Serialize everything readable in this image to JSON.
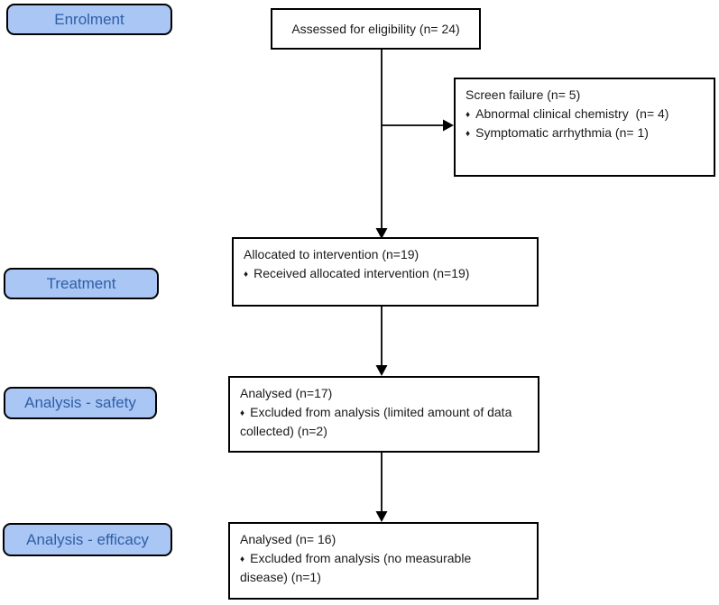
{
  "diagram": {
    "type": "consort-flow-chart",
    "bullet_icon": "♦",
    "colors": {
      "stage_fill": "#a9c6f4",
      "stage_text": "#2f5fa8",
      "box_fill": "#ffffff",
      "box_border": "#000000",
      "box_text": "#1a1a1a",
      "arrow": "#000000",
      "background": "#ffffff"
    },
    "stages": {
      "enrolment": "Enrolment",
      "treatment": "Treatment",
      "analysis_safety": "Analysis - safety",
      "analysis_efficacy": "Analysis - efficacy"
    },
    "nodes": {
      "assessed": {
        "title": "Assessed for eligibility (n= 24)",
        "bullets": []
      },
      "screen_failure": {
        "title": "Screen failure (n= 5)",
        "bullets": [
          "Abnormal clinical chemistry  (n= 4)",
          "Symptomatic arrhythmia (n= 1)"
        ]
      },
      "allocated": {
        "title": "Allocated to intervention (n=19)",
        "bullets": [
          "Received allocated intervention (n=19)"
        ]
      },
      "analysed_safety": {
        "title": "Analysed (n=17)",
        "bullets": [
          "Excluded from analysis (limited amount of data collected) (n=2)"
        ]
      },
      "analysed_efficacy": {
        "title": "Analysed (n= 16)",
        "bullets": [
          "Excluded from analysis (no measurable disease) (n=1)"
        ]
      }
    },
    "edges": [
      "assessed -> allocated",
      "assessed -> screen_failure",
      "allocated -> analysed_safety",
      "analysed_safety -> analysed_efficacy"
    ]
  }
}
